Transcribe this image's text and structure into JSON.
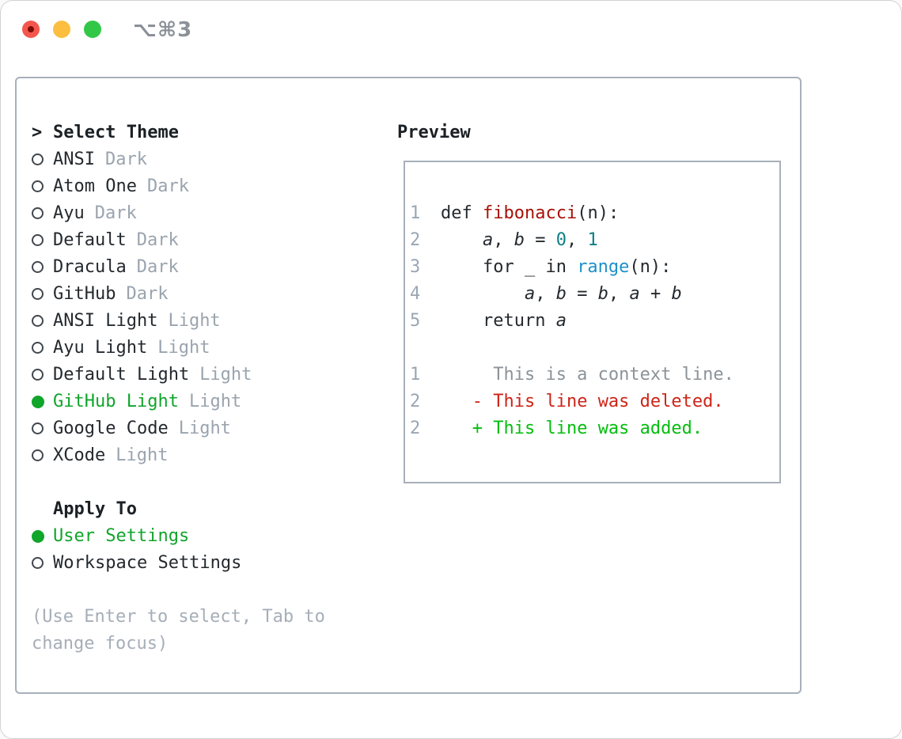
{
  "window": {
    "title": "⌥⌘3"
  },
  "colors": {
    "accent_green": "#10a52b",
    "muted_gray": "#9aa4ae",
    "border_gray": "#a8b0ba",
    "text_dark": "#24292e",
    "function_red": "#a61208",
    "number_teal": "#0e7f84",
    "builtin_blue": "#1c90cb",
    "diff_context_gray": "#8b9299",
    "diff_deleted_red": "#cd2418",
    "diff_added_green": "#04bd0e",
    "traffic_red": "#f4564d",
    "traffic_yellow": "#fcbe3e",
    "traffic_green": "#33c748"
  },
  "panel": {
    "select_header": {
      "marker": ">",
      "label": "Select Theme"
    },
    "themes": [
      {
        "name": "ANSI",
        "variant": "Dark",
        "selected": false
      },
      {
        "name": "Atom One",
        "variant": "Dark",
        "selected": false
      },
      {
        "name": "Ayu",
        "variant": "Dark",
        "selected": false
      },
      {
        "name": "Default",
        "variant": "Dark",
        "selected": false
      },
      {
        "name": "Dracula",
        "variant": "Dark",
        "selected": false
      },
      {
        "name": "GitHub",
        "variant": "Dark",
        "selected": false
      },
      {
        "name": "ANSI Light",
        "variant": "Light",
        "selected": false
      },
      {
        "name": "Ayu Light",
        "variant": "Light",
        "selected": false
      },
      {
        "name": "Default Light",
        "variant": "Light",
        "selected": false
      },
      {
        "name": "GitHub Light",
        "variant": "Light",
        "selected": true
      },
      {
        "name": "Google Code",
        "variant": "Light",
        "selected": false
      },
      {
        "name": "XCode",
        "variant": "Light",
        "selected": false
      }
    ],
    "apply_to": {
      "label": "Apply To",
      "options": [
        {
          "name": "User Settings",
          "selected": true
        },
        {
          "name": "Workspace Settings",
          "selected": false
        }
      ]
    },
    "help": [
      "(Use Enter to select, Tab to",
      "change focus)"
    ]
  },
  "preview": {
    "label": "Preview",
    "lines": [
      {
        "num": "1",
        "tokens": [
          [
            "def ",
            "plain"
          ],
          [
            "fibonacci",
            "function"
          ],
          [
            "(n):",
            "plain"
          ]
        ]
      },
      {
        "num": "2",
        "tokens": [
          [
            "    ",
            "plain"
          ],
          [
            "a",
            "variable"
          ],
          [
            ", ",
            "plain"
          ],
          [
            "b",
            "variable"
          ],
          [
            " = ",
            "plain"
          ],
          [
            "0",
            "number"
          ],
          [
            ", ",
            "plain"
          ],
          [
            "1",
            "number"
          ]
        ]
      },
      {
        "num": "3",
        "tokens": [
          [
            "    for _ in ",
            "plain"
          ],
          [
            "range",
            "builtin"
          ],
          [
            "(n):",
            "plain"
          ]
        ]
      },
      {
        "num": "4",
        "tokens": [
          [
            "        ",
            "plain"
          ],
          [
            "a",
            "variable"
          ],
          [
            ", ",
            "plain"
          ],
          [
            "b",
            "variable"
          ],
          [
            " = ",
            "plain"
          ],
          [
            "b",
            "variable"
          ],
          [
            ", ",
            "plain"
          ],
          [
            "a",
            "variable"
          ],
          [
            " + ",
            "plain"
          ],
          [
            "b",
            "variable"
          ]
        ]
      },
      {
        "num": "5",
        "tokens": [
          [
            "    return ",
            "plain"
          ],
          [
            "a",
            "variable"
          ]
        ]
      },
      {
        "num": "",
        "tokens": []
      },
      {
        "num": "1",
        "tokens": [
          [
            "     This is a context line.",
            "context"
          ]
        ]
      },
      {
        "num": "2",
        "tokens": [
          [
            "   ",
            "plain"
          ],
          [
            "- This line was deleted.",
            "deletion"
          ]
        ]
      },
      {
        "num": "2",
        "tokens": [
          [
            "   ",
            "plain"
          ],
          [
            "+ This line was added.",
            "addition"
          ]
        ]
      }
    ]
  }
}
